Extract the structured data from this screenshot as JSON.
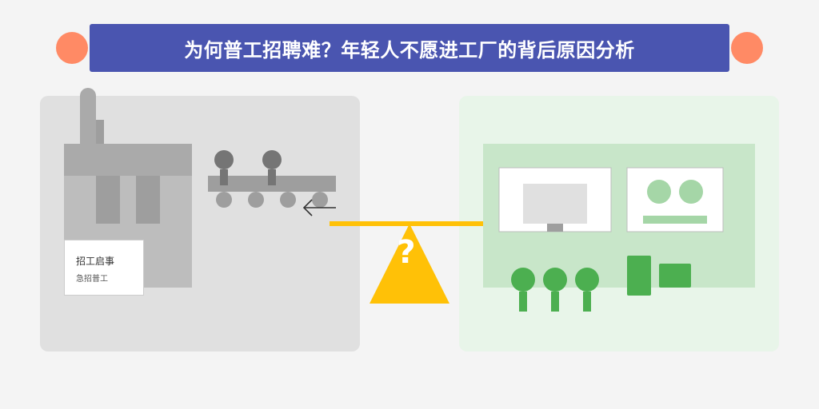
{
  "title": "为何普工招聘难？年轻人不愿进工厂的背后原因分析",
  "factory_panel": {
    "notice_title": "招工启事",
    "notice_subtitle": "急招普工"
  },
  "balance": {
    "question_mark": "?"
  },
  "colors": {
    "title_bar": "#4a55b0",
    "accent_circle": "#ff8a65",
    "factory_panel": "#e0e0e0",
    "factory_building": "#bdbdbd",
    "factory_dark": "#9e9e9e",
    "modern_panel": "#e8f5e9",
    "modern_bg": "#c8e6c9",
    "green": "#4caf50",
    "light_green": "#a5d6a7",
    "balance_yellow": "#ffc107"
  }
}
